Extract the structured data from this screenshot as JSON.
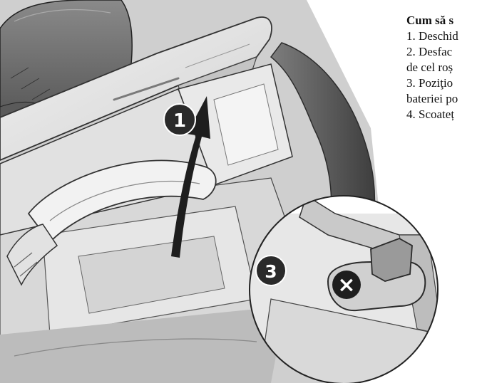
{
  "instructions": {
    "title": "Cum să s",
    "steps": [
      "1. Deschid",
      "2. Desfac",
      "de cel roș",
      "3. Poziţio",
      "bateriei po",
      "4. Scoateț"
    ]
  },
  "callouts": {
    "step1": "1",
    "step3": "3",
    "screw_symbol": "×"
  },
  "colors": {
    "body_light": "#e8e8e8",
    "body_mid": "#cfcfcf",
    "body_dark": "#6a6a6a",
    "outline": "#333333",
    "arrow": "#1e1e1e"
  }
}
